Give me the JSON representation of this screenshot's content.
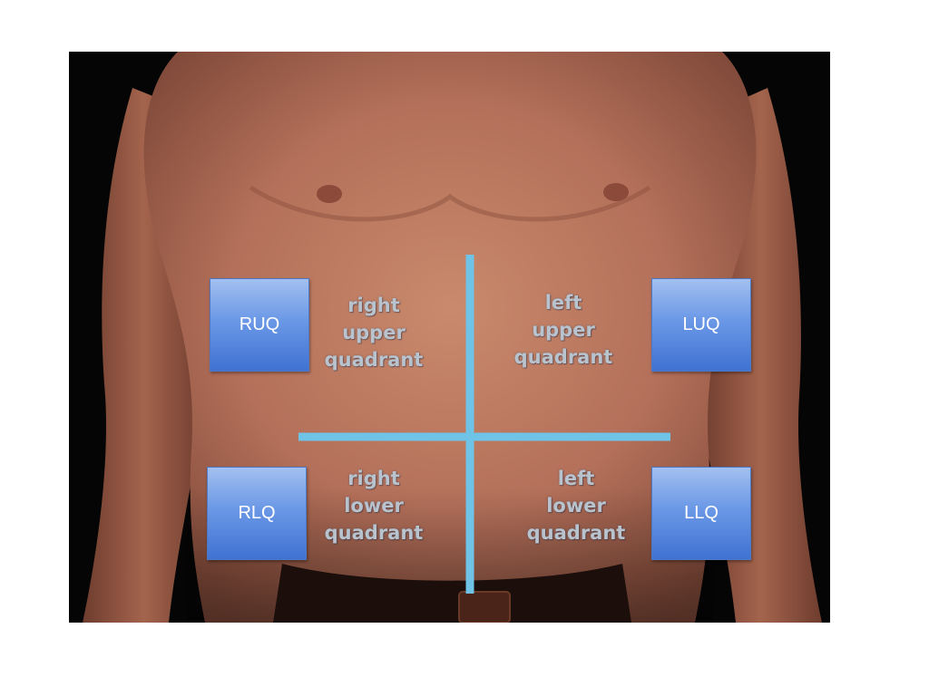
{
  "quadrants": {
    "ruq": {
      "abbr": "RUQ",
      "line1": "right",
      "line2": "upper",
      "line3": "quadrant"
    },
    "luq": {
      "abbr": "LUQ",
      "line1": "left",
      "line2": "upper",
      "line3": "quadrant"
    },
    "rlq": {
      "abbr": "RLQ",
      "line1": "right",
      "line2": "lower",
      "line3": "quadrant"
    },
    "llq": {
      "abbr": "LLQ",
      "line1": "left",
      "line2": "lower",
      "line3": "quadrant"
    }
  },
  "colors": {
    "background": "#ffffff",
    "photo_background": "#050505",
    "skin": "#b8735a",
    "divider_line": "#6fc3e6",
    "box_top": "#a3c0f0",
    "box_bottom": "#3f72d2",
    "label_text": "#b9c3ce"
  },
  "icons": {
    "photo": "torso-photo"
  }
}
